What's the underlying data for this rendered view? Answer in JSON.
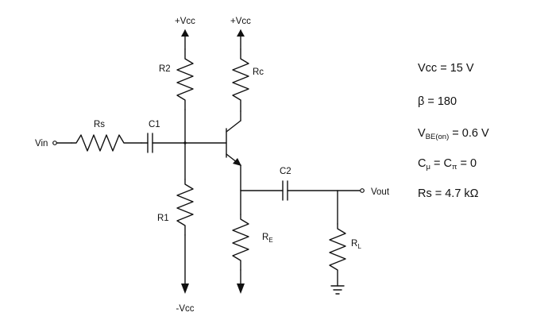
{
  "circuit": {
    "supply_top_r2": "+Vcc",
    "supply_top_rc": "+Vcc",
    "supply_bottom": "-Vcc",
    "input_label": "Vin",
    "output_label": "Vout",
    "components": {
      "rs": "Rs",
      "c1": "C1",
      "c2": "C2",
      "r1": "R1",
      "r2": "R2",
      "rc": "Rc",
      "re": {
        "main": "R",
        "sub": "E"
      },
      "rl": {
        "main": "R",
        "sub": "L"
      }
    }
  },
  "parameters": {
    "vcc": "Vcc = 15 V",
    "beta": "β = 180",
    "vbe": {
      "prefix": "V",
      "sub": "BE(on)",
      "suffix": " = 0.6 V"
    },
    "cap": {
      "c1": "C",
      "sub1": "μ",
      "mid": " = C",
      "sub2": "π",
      "suffix": " = 0"
    },
    "rs": "Rs = 4.7 kΩ"
  }
}
